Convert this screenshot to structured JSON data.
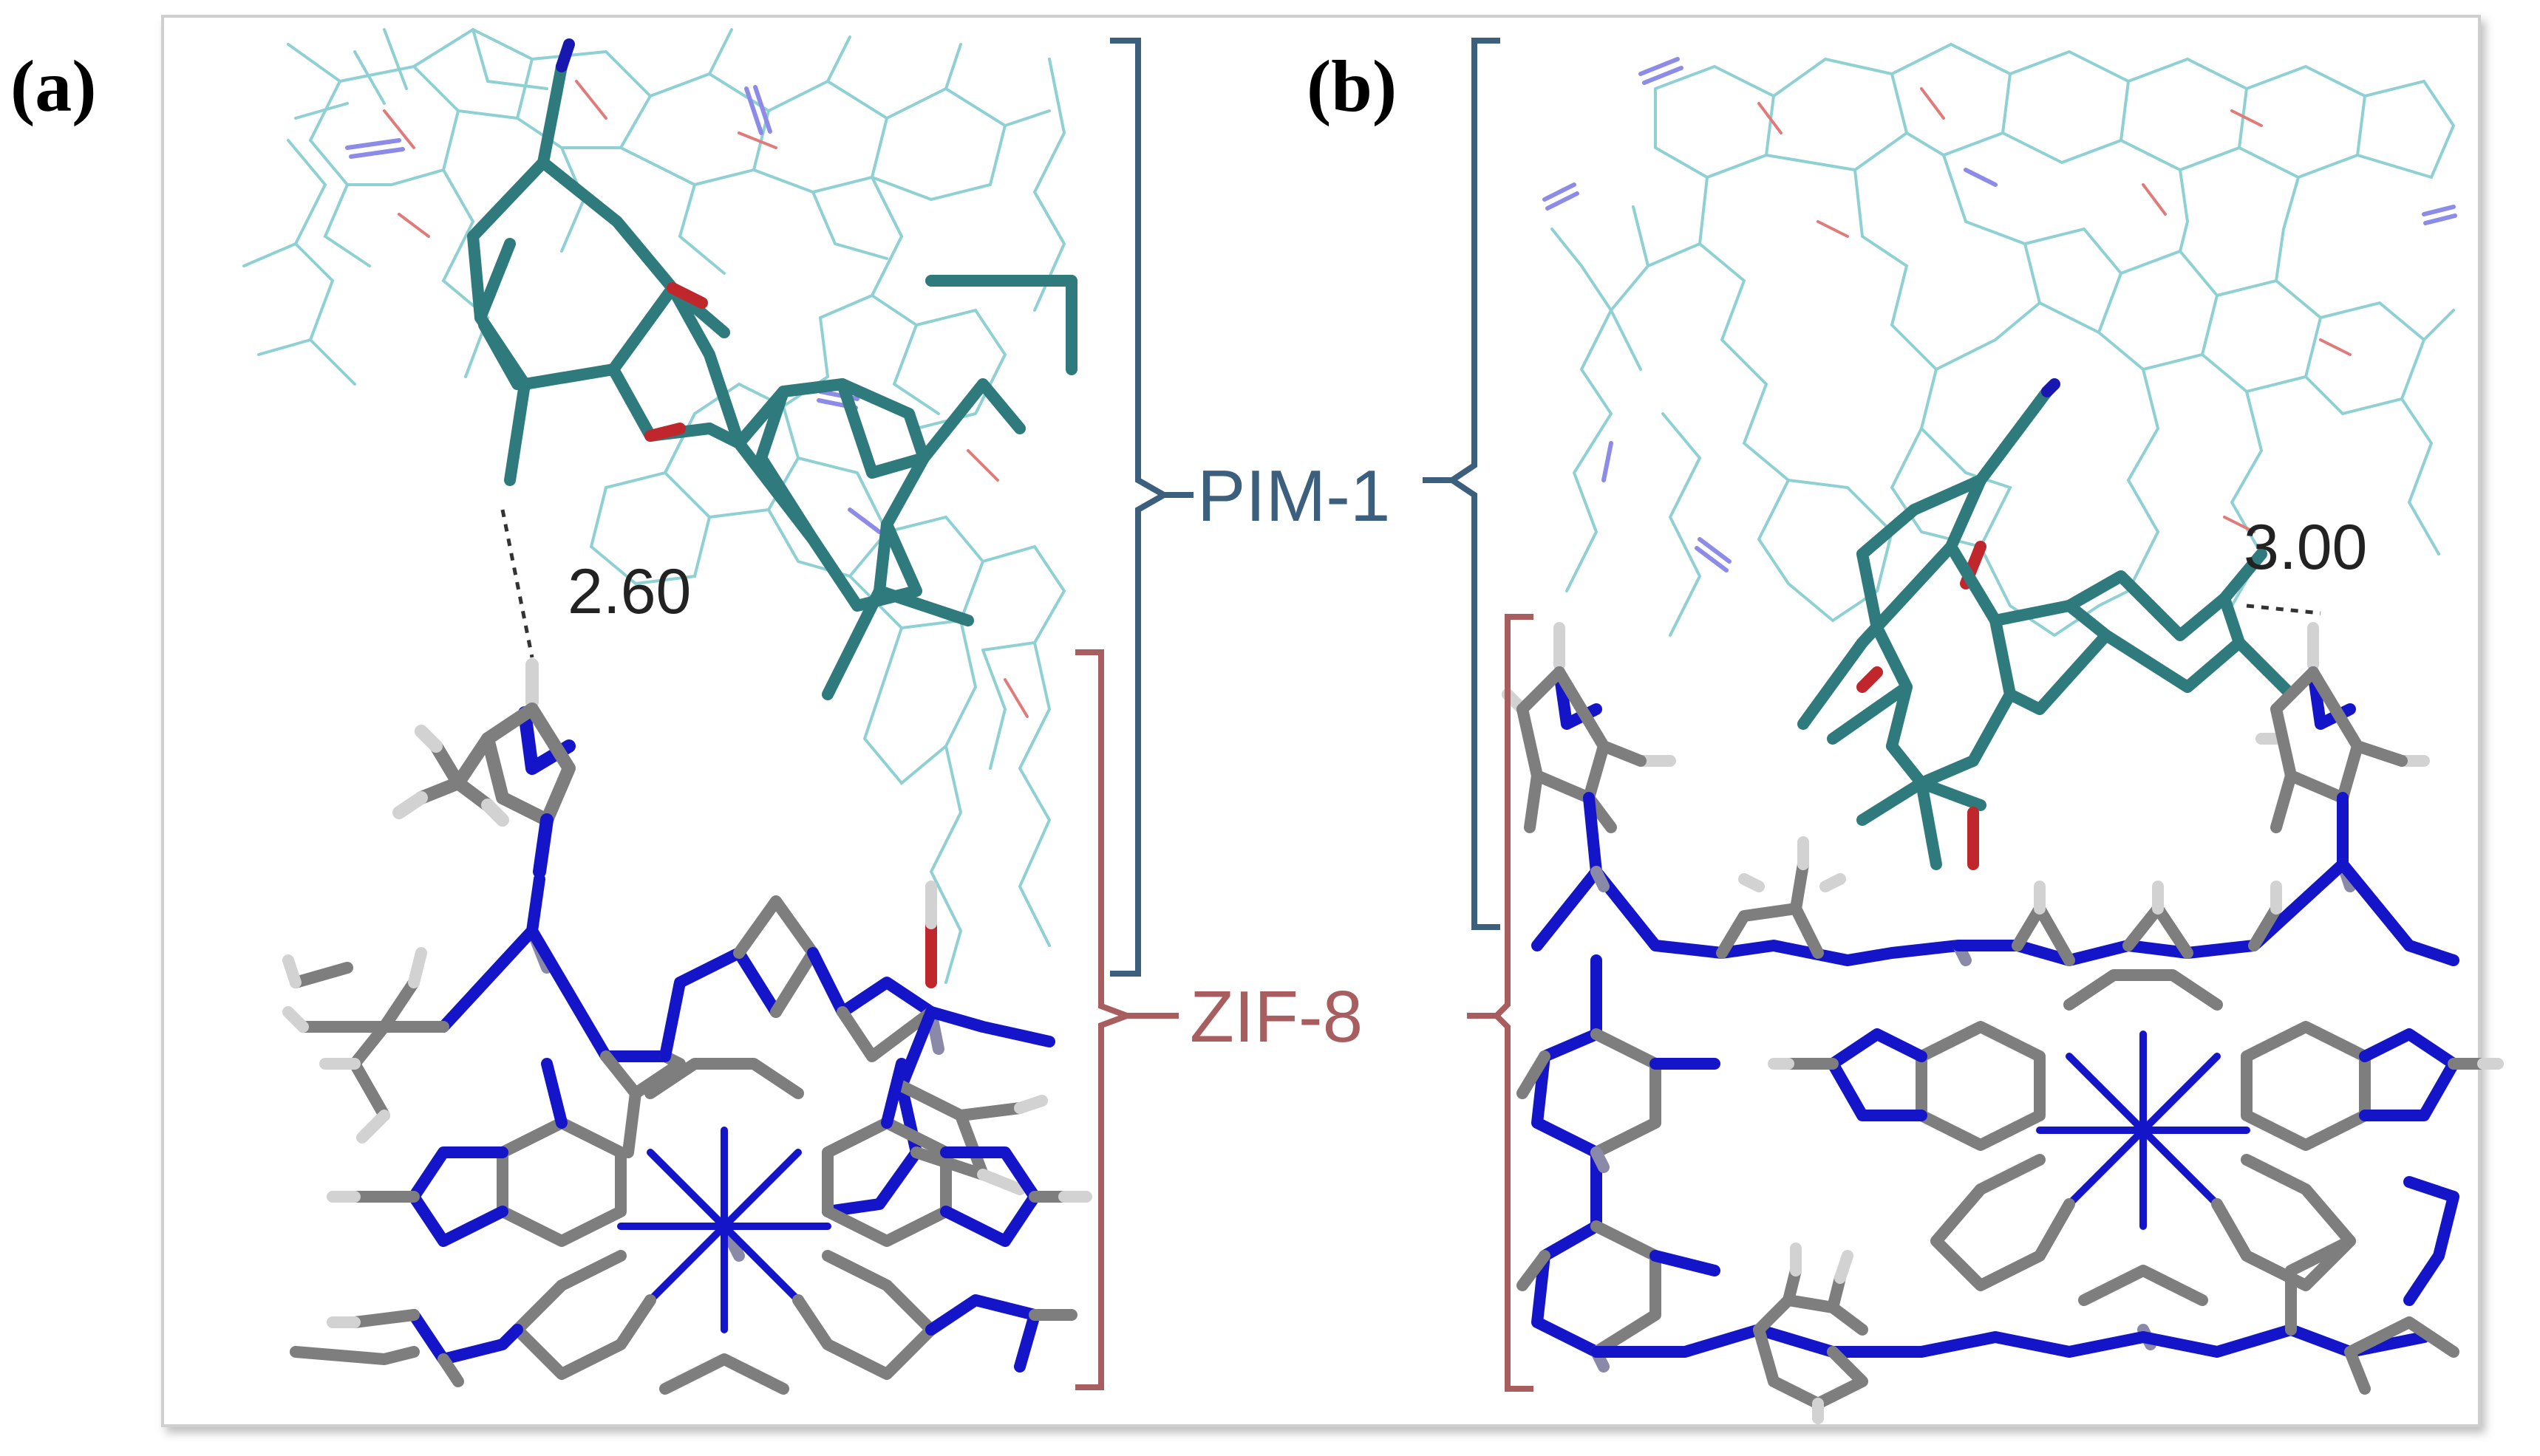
{
  "panels": [
    {
      "id": "a",
      "label": "(a)",
      "distance_label": "2.60"
    },
    {
      "id": "b",
      "label": "(b)",
      "distance_label": "3.00"
    }
  ],
  "brackets": {
    "pim": {
      "label": "PIM-1",
      "color": "#3c5f7e"
    },
    "zif": {
      "label": "ZIF-8",
      "color": "#a85e5e"
    }
  },
  "colors": {
    "pim_wire": "#8fd0d3",
    "pim_oxygen": "#e07b7b",
    "pim_nitrogen": "#8c8ce8",
    "probe_stick": "#2e7a7c",
    "probe_oxygen": "#c0272d",
    "probe_nitrogen": "#1818b0",
    "zif_carbon": "#7e7e7e",
    "zif_nitrogen": "#1414c8",
    "zif_zinc": "#8a8aa8",
    "zif_hydrogen": "#d2d2d2",
    "frame_border": "#c8c8c8"
  }
}
